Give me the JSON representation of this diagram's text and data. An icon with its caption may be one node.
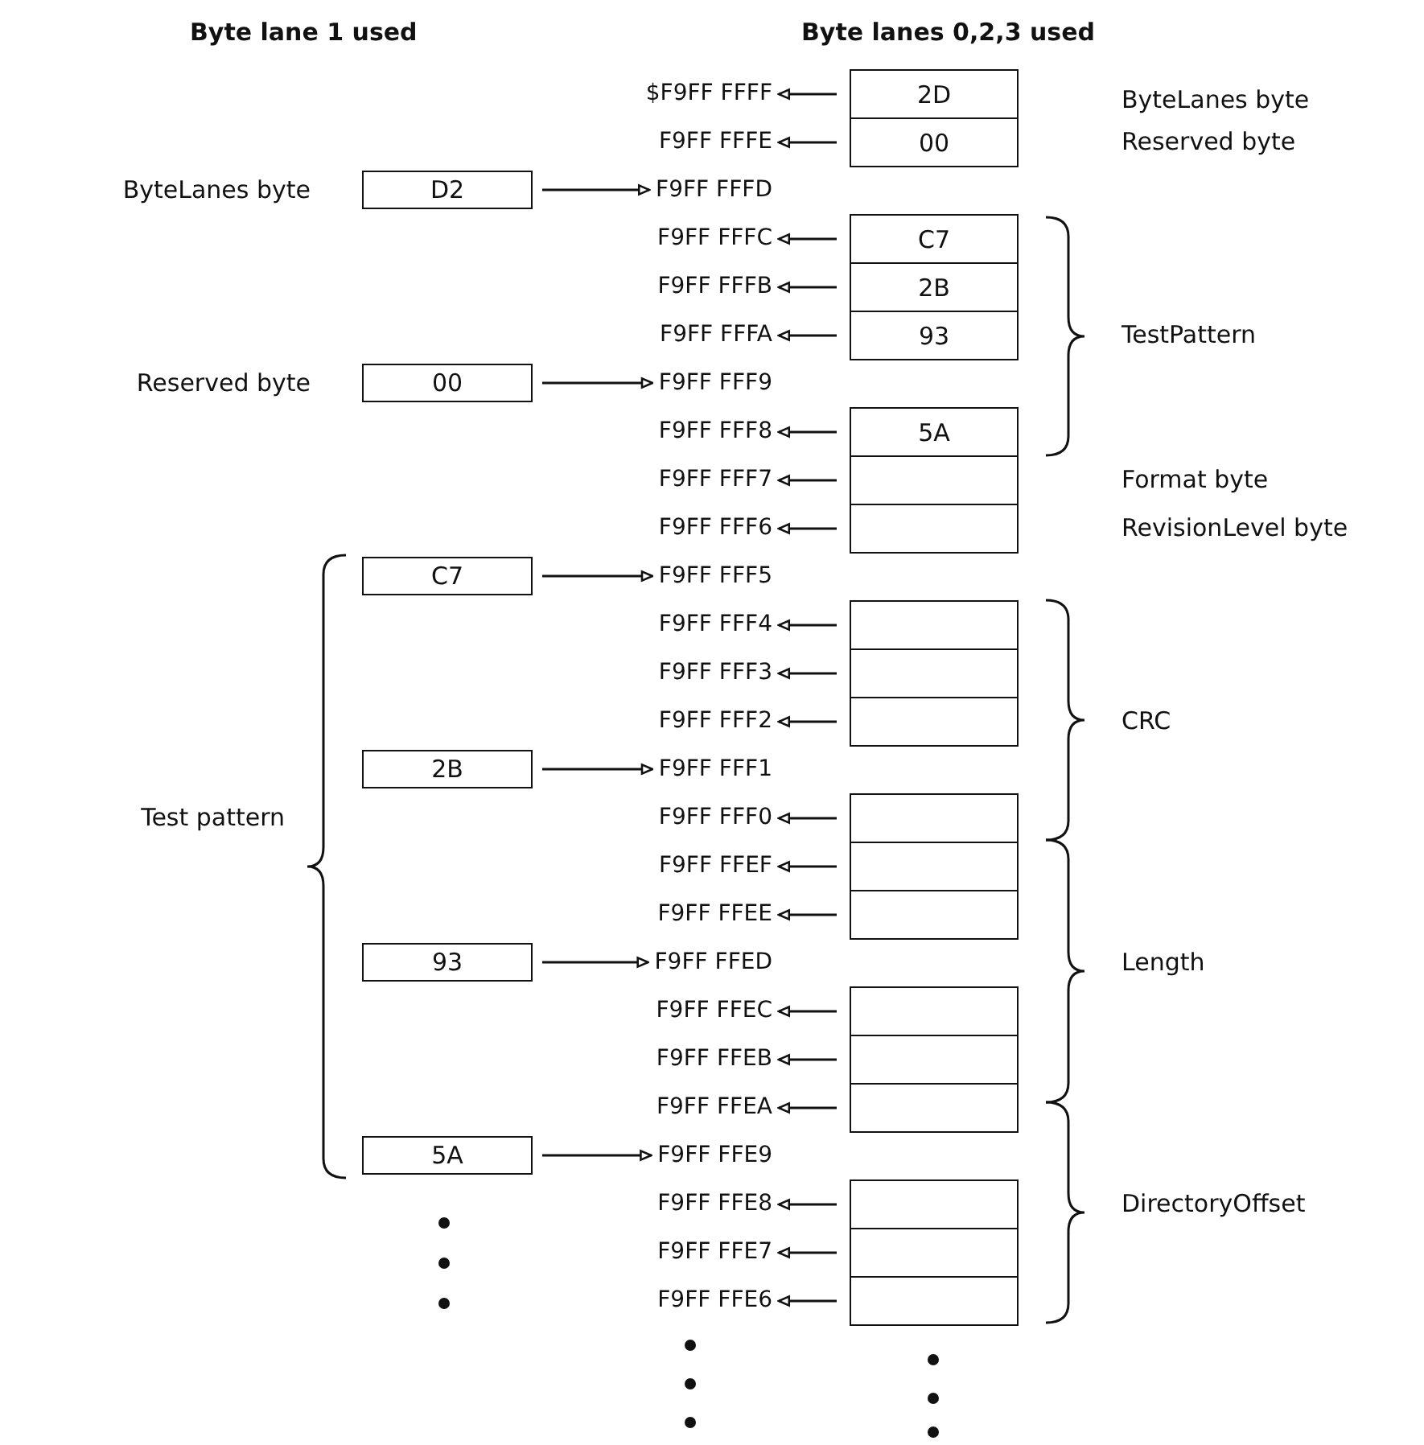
{
  "diagram": {
    "nodes": [
      {
        "text": [
          "$F9FF FFFF"
        ]
      },
      {
        "text": [
          "2D"
        ]
      },
      {
        "text": [
          "F9FF FFFE"
        ]
      },
      {
        "text": [
          "00"
        ]
      },
      {
        "text": [
          "D2"
        ]
      },
      {
        "text": [
          "F9FF FFFD"
        ]
      },
      {
        "text": [
          "F9FF FFFC"
        ]
      },
      {
        "text": [
          "C7"
        ]
      },
      {
        "text": [
          "F9FF FFFB"
        ]
      },
      {
        "text": [
          "2B"
        ]
      },
      {
        "text": [
          "F9FF FFFA"
        ]
      },
      {
        "text": [
          "93"
        ]
      },
      {
        "text": [
          "00"
        ]
      },
      {
        "text": [
          "F9FF FFF9"
        ]
      },
      {
        "text": [
          "F9FF FFF8"
        ]
      },
      {
        "text": [
          "5A"
        ]
      },
      {
        "text": [
          "F9FF FFF7"
        ]
      },
      {
        "text": [],
        "shape": "box"
      },
      {
        "text": [
          "F9FF FFF6"
        ]
      },
      {
        "text": [],
        "shape": "box"
      },
      {
        "text": [
          "C7"
        ]
      },
      {
        "text": [
          "F9FF FFF5"
        ]
      },
      {
        "text": [
          "F9FF FFF4"
        ]
      },
      {
        "text": [],
        "shape": "box"
      },
      {
        "text": [
          "F9FF FFF3"
        ]
      },
      {
        "text": [],
        "shape": "box"
      },
      {
        "text": [
          "F9FF FFF2"
        ]
      },
      {
        "text": [],
        "shape": "box"
      },
      {
        "text": [
          "2B"
        ]
      },
      {
        "text": [
          "F9FF FFF1"
        ]
      },
      {
        "text": [
          "F9FF FFF0"
        ]
      },
      {
        "text": [],
        "shape": "box"
      },
      {
        "text": [
          "F9FF FFEF"
        ]
      },
      {
        "text": [],
        "shape": "box"
      },
      {
        "text": [
          "F9FF FFEE"
        ]
      },
      {
        "text": [],
        "shape": "box"
      },
      {
        "text": [
          "93"
        ]
      },
      {
        "text": [
          "F9FF FFED"
        ]
      },
      {
        "text": [
          "F9FF FFEC"
        ]
      },
      {
        "text": [],
        "shape": "box"
      },
      {
        "text": [
          "F9FF FFEB"
        ]
      },
      {
        "text": [],
        "shape": "box"
      },
      {
        "text": [
          "F9FF FFEA"
        ]
      },
      {
        "text": [],
        "shape": "box"
      },
      {
        "text": [
          "5A"
        ]
      },
      {
        "text": [
          "F9FF FFE9"
        ]
      },
      {
        "text": [
          "F9FF FFE8"
        ]
      },
      {
        "text": [],
        "shape": "box"
      },
      {
        "text": [
          "F9FF FFE7"
        ]
      },
      {
        "text": [],
        "shape": "box"
      },
      {
        "text": [
          "F9FF FFE6"
        ]
      },
      {
        "text": [],
        "shape": "box"
      }
    ],
    "edges": [
      {
        "from": 1,
        "to": 0,
        "arrow": "to"
      },
      {
        "from": 3,
        "to": 2,
        "arrow": "to"
      },
      {
        "from": 4,
        "to": 5,
        "arrow": "to"
      },
      {
        "from": 7,
        "to": 6,
        "arrow": "to"
      },
      {
        "from": 9,
        "to": 8,
        "arrow": "to"
      },
      {
        "from": 11,
        "to": 10,
        "arrow": "to"
      },
      {
        "from": 12,
        "to": 13,
        "arrow": "to"
      },
      {
        "from": 15,
        "to": 14,
        "arrow": "to"
      },
      {
        "from": 17,
        "to": 16,
        "arrow": "to"
      },
      {
        "from": 19,
        "to": 18,
        "arrow": "to"
      },
      {
        "from": 20,
        "to": 21,
        "arrow": "to"
      },
      {
        "from": 23,
        "to": 22,
        "arrow": "to"
      },
      {
        "from": 25,
        "to": 24,
        "arrow": "to"
      },
      {
        "from": 27,
        "to": 26,
        "arrow": "to"
      },
      {
        "from": 28,
        "to": 29,
        "arrow": "to"
      },
      {
        "from": 31,
        "to": 30,
        "arrow": "to"
      },
      {
        "from": 33,
        "to": 32,
        "arrow": "to"
      },
      {
        "from": 35,
        "to": 34,
        "arrow": "to"
      },
      {
        "from": 36,
        "to": 37,
        "arrow": "to"
      },
      {
        "from": 39,
        "to": 38,
        "arrow": "to"
      },
      {
        "from": 41,
        "to": 40,
        "arrow": "to"
      },
      {
        "from": 43,
        "to": 42,
        "arrow": "to"
      },
      {
        "from": 44,
        "to": 45,
        "arrow": "to"
      },
      {
        "from": 47,
        "to": 46,
        "arrow": "to"
      },
      {
        "from": 49,
        "to": 48,
        "arrow": "to"
      },
      {
        "from": 51,
        "to": 50,
        "arrow": "to"
      }
    ],
    "labels": [
      "Byte lane 1 used",
      "Byte lanes 0,2,3 used",
      "ByteLanes byte",
      "Reserved byte",
      "ByteLanes byte",
      "TestPattern",
      "Reserved byte",
      "Format byte",
      "RevisionLevel byte",
      "CRC",
      "Test pattern",
      "Length",
      "DirectoryOffset"
    ]
  }
}
